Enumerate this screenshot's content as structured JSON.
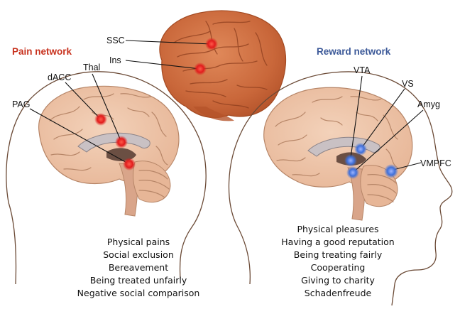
{
  "pain": {
    "title": "Pain network",
    "title_color": "#c8321e",
    "dot_color": "#e11c1c",
    "regions": [
      "SSC",
      "Ins",
      "dACC",
      "Thal",
      "PAG"
    ],
    "items": [
      "Physical pains",
      "Social exclusion",
      "Bereavement",
      "Being treated unfairly",
      "Negative social comparison"
    ]
  },
  "reward": {
    "title": "Reward network",
    "title_color": "#3d5a99",
    "dot_color": "#3f6fd8",
    "regions": [
      "VTA",
      "VS",
      "Amyg",
      "VMPFC"
    ],
    "items": [
      "Physical pleasures",
      "Having a good reputation",
      "Being treating fairly",
      "Cooperating",
      "Giving to charity",
      "Schadenfreude"
    ]
  }
}
